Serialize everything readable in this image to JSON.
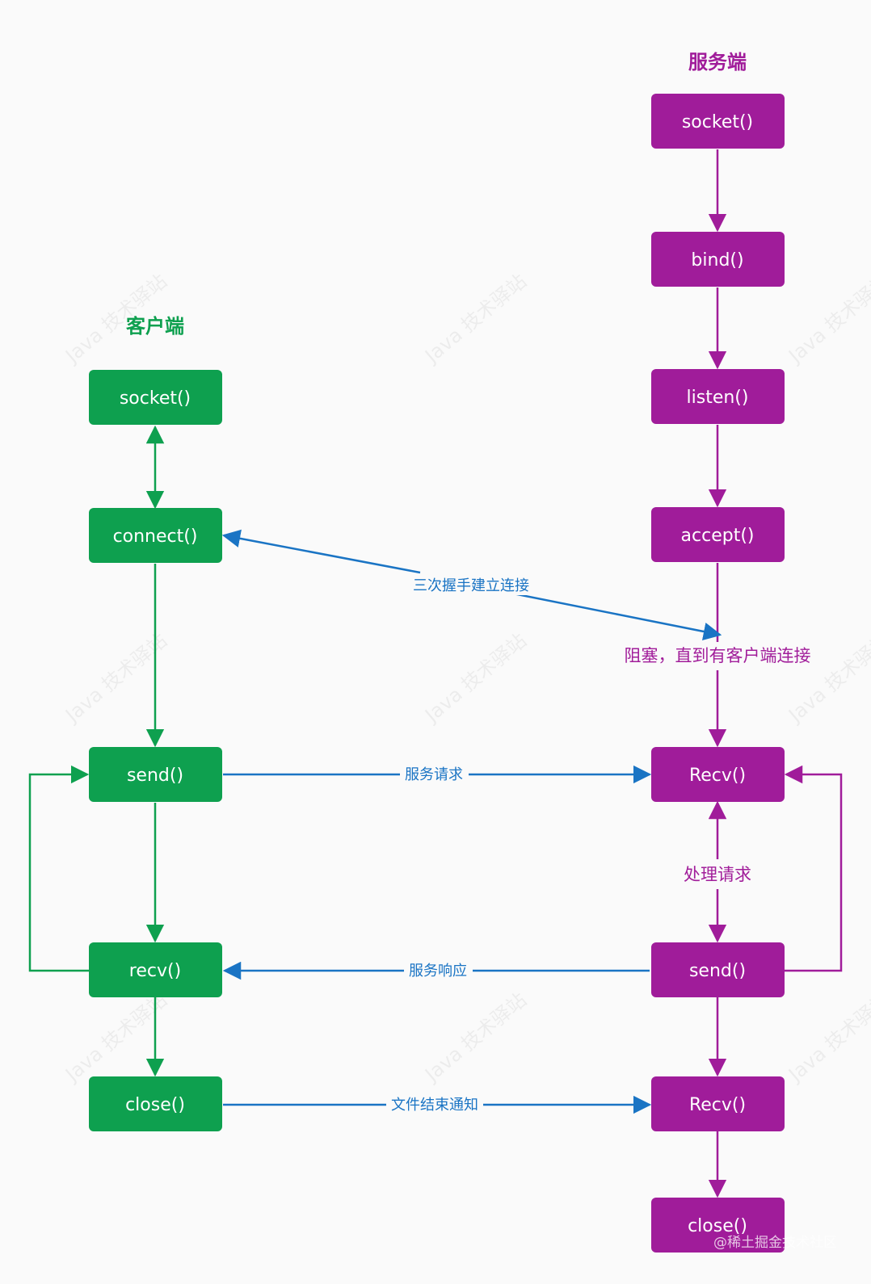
{
  "colors": {
    "client": "#0ea04f",
    "server": "#a01c9a",
    "message": "#1a74c4",
    "background": "#fafafa"
  },
  "client": {
    "title": "客户端",
    "nodes": [
      "socket()",
      "connect()",
      "send()",
      "recv()",
      "close()"
    ]
  },
  "server": {
    "title": "服务端",
    "nodes": [
      "socket()",
      "bind()",
      "listen()",
      "accept()",
      "Recv()",
      "send()",
      "Recv()",
      "close()"
    ]
  },
  "messages": {
    "handshake": "三次握手建立连接",
    "request": "服务请求",
    "response": "服务响应",
    "eof": "文件结束通知"
  },
  "notes": {
    "blocking": "阻塞，直到有客户端连接",
    "process": "处理请求"
  },
  "watermark": "Java 技术驿站",
  "credit": "@稀土掘金技术社区"
}
